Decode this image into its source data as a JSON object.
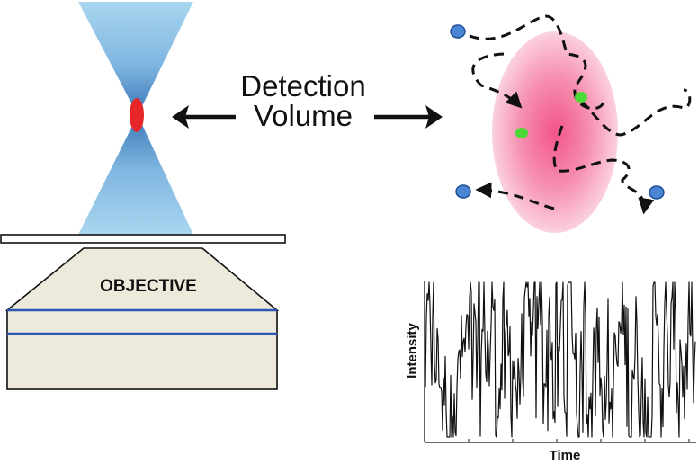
{
  "detection_label": {
    "line1": "Detection",
    "line2": "Volume"
  },
  "objective_label": "OBJECTIVE",
  "trace": {
    "xlabel": "Time",
    "ylabel": "Intensity",
    "color": "#111111"
  },
  "colors": {
    "beam_light": "#a9d6f0",
    "beam_dark": "#3b78b8",
    "focal_spot": "#e8262a",
    "volume_center": "#f25588",
    "volume_edge": "#fbd1df",
    "particle_blue": "#4a86d4",
    "particle_green": "#4cd836",
    "objective_fill": "#ede9db",
    "objective_band": "#2a57b5"
  }
}
